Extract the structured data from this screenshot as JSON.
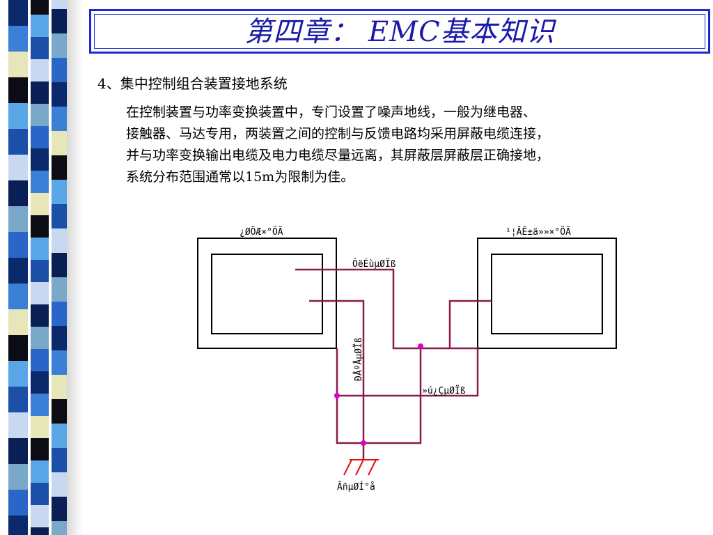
{
  "title": "第四章： EMC基本知识",
  "section": {
    "heading": "4、集中控制组合装置接地系统",
    "lines": [
      "在控制装置与功率变换装置中，专门设置了噪声地线，一般为继电器、",
      "接触器、马达专用，两装置之间的控制与反馈电路均采用屏蔽电缆连接，",
      "并与功率变换输出电缆及电力电缆尽量远离，其屏蔽层屏蔽层正确接地，",
      "系统分布范围通常以15m为限制为佳。"
    ]
  },
  "diagram": {
    "label_left_device": "¿ØÖÆ×°ÖÃ",
    "label_right_device": "¹¦ÂÊ±ä»»×°ÖÃ",
    "label_noise_line": "ÔëÉùµØÏß",
    "label_signal_line": "ÐÅºÅµØÏß",
    "label_power_line": "»ú¿ÇµØÏß",
    "label_ground": "ÂñµØÍ­°å",
    "colors": {
      "wire": "#8b1a4a",
      "node": "#e000c8",
      "ground": "#e01010",
      "title": "#1a1aa8",
      "frame": "#1a2bd0"
    }
  }
}
